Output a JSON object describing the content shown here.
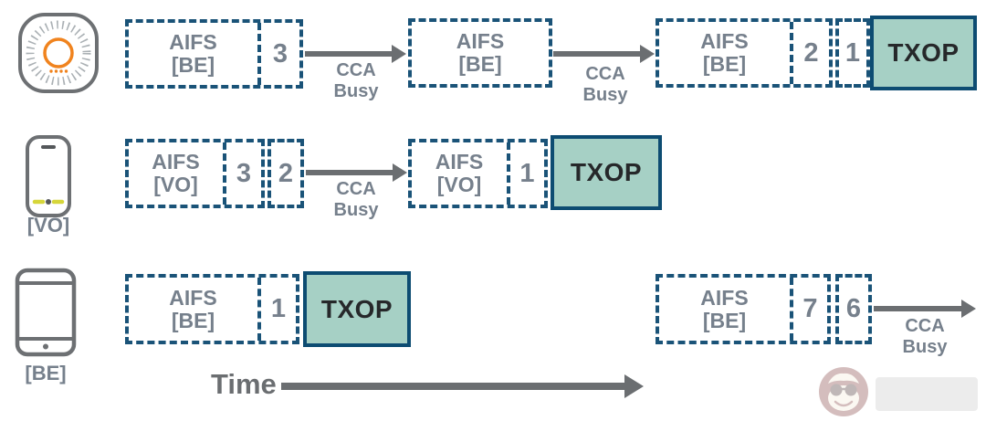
{
  "colors": {
    "dashed_border": "#1a5378",
    "box_text": "#76808c",
    "arrow": "#6b6e71",
    "txop_fill": "#a6d0c5",
    "txop_border": "#0d4c72",
    "txop_text": "#26282a",
    "icon_outline": "#6d7073",
    "icon_orange": "#f0831e",
    "icon_yellow": "#d6d63a"
  },
  "row1": {
    "device": "access-point",
    "box1": {
      "line1": "AIFS",
      "line2": "[BE]",
      "count": "3"
    },
    "cca1_line1": "CCA",
    "cca1_line2": "Busy",
    "box2": {
      "line1": "AIFS",
      "line2": "[BE]"
    },
    "cca2_line1": "CCA",
    "cca2_line2": "Busy",
    "box3": {
      "line1": "AIFS",
      "line2": "[BE]",
      "count": "2"
    },
    "cell": "1",
    "txop": "TXOP"
  },
  "row2": {
    "device": "phone",
    "device_label": "[VO]",
    "box1": {
      "line1": "AIFS",
      "line2": "[VO]",
      "count": "3"
    },
    "cell": "2",
    "cca_line1": "CCA",
    "cca_line2": "Busy",
    "box2": {
      "line1": "AIFS",
      "line2": "[VO]",
      "count": "1"
    },
    "txop": "TXOP"
  },
  "row3": {
    "device": "tablet",
    "device_label": "[BE]",
    "box1": {
      "line1": "AIFS",
      "line2": "[BE]",
      "count": "1"
    },
    "txop": "TXOP",
    "box2": {
      "line1": "AIFS",
      "line2": "[BE]",
      "count": "7"
    },
    "cell": "6",
    "cca_line1": "CCA",
    "cca_line2": "Busy"
  },
  "time_label": "Time"
}
